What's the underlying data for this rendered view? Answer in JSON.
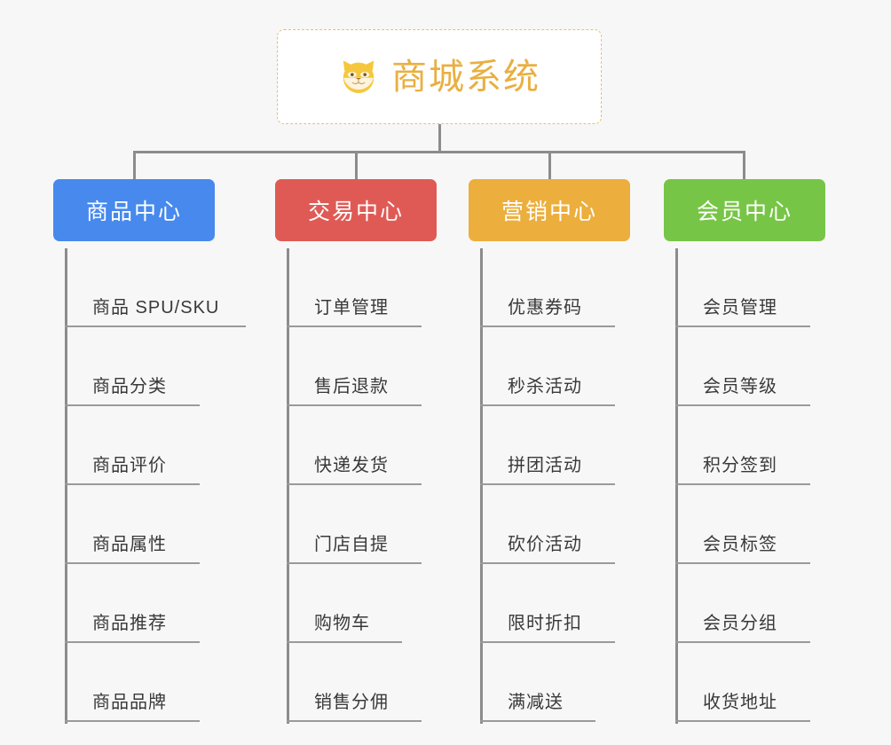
{
  "root": {
    "title": "商城系统",
    "icon": "shiba-dog-icon",
    "title_color": "#e9af41",
    "border_color": "#eabd6e",
    "background": "#ffffff"
  },
  "canvas": {
    "background": "#f7f7f7",
    "connector_color": "#8c8c8c"
  },
  "groups": [
    {
      "label": "商品中心",
      "color": "#4789ed",
      "items": [
        {
          "label": "商品 SPU/SKU",
          "rule_width": 204
        },
        {
          "label": "商品分类",
          "rule_width": 152
        },
        {
          "label": "商品评价",
          "rule_width": 152
        },
        {
          "label": "商品属性",
          "rule_width": 152
        },
        {
          "label": "商品推荐",
          "rule_width": 152
        },
        {
          "label": "商品品牌",
          "rule_width": 152
        }
      ]
    },
    {
      "label": "交易中心",
      "color": "#e05a55",
      "items": [
        {
          "label": "订单管理",
          "rule_width": 152
        },
        {
          "label": "售后退款",
          "rule_width": 152
        },
        {
          "label": "快递发货",
          "rule_width": 152
        },
        {
          "label": "门店自提",
          "rule_width": 152
        },
        {
          "label": "购物车",
          "rule_width": 130
        },
        {
          "label": "销售分佣",
          "rule_width": 152
        }
      ]
    },
    {
      "label": "营销中心",
      "color": "#ecae3c",
      "items": [
        {
          "label": "优惠券码",
          "rule_width": 152
        },
        {
          "label": "秒杀活动",
          "rule_width": 152
        },
        {
          "label": "拼团活动",
          "rule_width": 152
        },
        {
          "label": "砍价活动",
          "rule_width": 152
        },
        {
          "label": "限时折扣",
          "rule_width": 152
        },
        {
          "label": "满减送",
          "rule_width": 130
        }
      ]
    },
    {
      "label": "会员中心",
      "color": "#77c546",
      "items": [
        {
          "label": "会员管理",
          "rule_width": 152
        },
        {
          "label": "会员等级",
          "rule_width": 152
        },
        {
          "label": "积分签到",
          "rule_width": 152
        },
        {
          "label": "会员标签",
          "rule_width": 152
        },
        {
          "label": "会员分组",
          "rule_width": 152
        },
        {
          "label": "收货地址",
          "rule_width": 152
        }
      ]
    }
  ]
}
